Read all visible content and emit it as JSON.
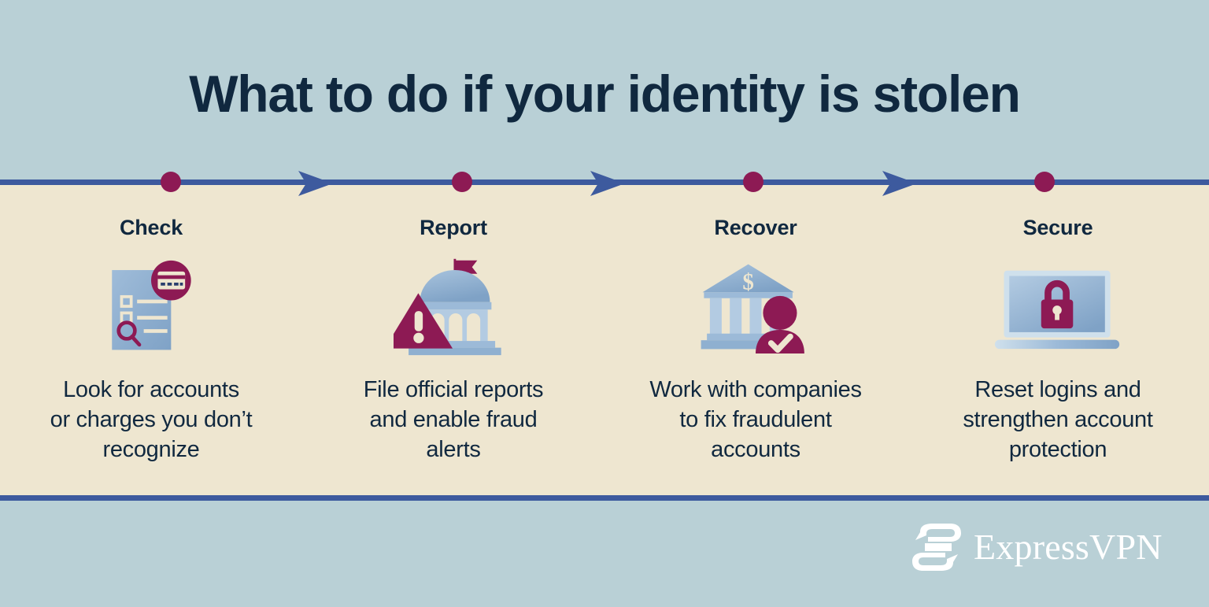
{
  "title": "What to do if your identity is stolen",
  "colors": {
    "band_top": "#b9d0d6",
    "band_main": "#eee6d0",
    "band_footer": "#b9d0d6",
    "rule_blue": "#3d5a9e",
    "accent_maroon": "#8d1a54",
    "text_navy": "#10283f",
    "icon_blue_light": "#a8c3dd",
    "icon_blue_dark": "#7a9fc4",
    "logo_white": "#ffffff"
  },
  "timeline": {
    "dot_label": "step-marker",
    "arrow_label": "progress-arrow",
    "dots": 4,
    "arrows": 3
  },
  "steps": [
    {
      "label": "Check",
      "icon": "document-checklist-credit-card-icon",
      "caption": "Look for accounts\nor charges you don’t\nrecognize"
    },
    {
      "label": "Report",
      "icon": "government-building-warning-icon",
      "caption": "File official reports\nand enable fraud\nalerts"
    },
    {
      "label": "Recover",
      "icon": "bank-person-check-icon",
      "caption": "Work with companies\nto fix fraudulent\naccounts"
    },
    {
      "label": "Secure",
      "icon": "laptop-padlock-icon",
      "caption": "Reset logins and\nstrengthen account\nprotection"
    }
  ],
  "footer": {
    "brand": "ExpressVPN",
    "logo_mark": "expressvpn-e-logo-icon"
  }
}
